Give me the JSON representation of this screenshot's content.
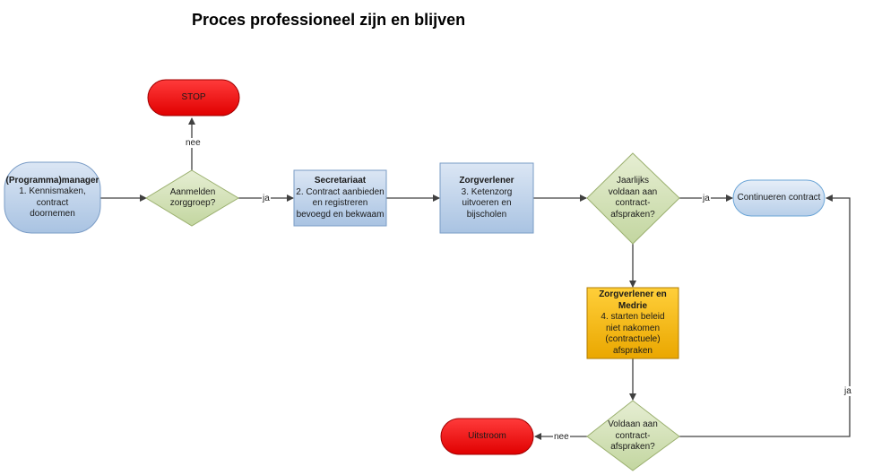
{
  "title": "Proces professioneel zijn en blijven",
  "nodes": {
    "start": {
      "heading": "(Programma)manager",
      "text": "1. Kennismaken, contract doornemen"
    },
    "stop": {
      "text": "STOP"
    },
    "aanmelden": {
      "text": "Aanmelden zorggroep?"
    },
    "secretariaat": {
      "heading": "Secretariaat",
      "text": "2. Contract aanbieden en registreren bevoegd en bekwaam"
    },
    "zorgverlener": {
      "heading": "Zorgverlener",
      "text": "3. Ketenzorg uitvoeren en bijscholen"
    },
    "jaarlijks": {
      "text": "Jaarlijks voldaan aan contract-afspraken?"
    },
    "continueren": {
      "text": "Continueren contract"
    },
    "medrie": {
      "heading": "Zorgverlener en Medrie",
      "text": "4. starten beleid niet nakomen (contractuele) afspraken"
    },
    "voldaan": {
      "text": "Voldaan aan contract-afspraken?"
    },
    "uitstroom": {
      "text": "Uitstroom"
    }
  },
  "edge_labels": {
    "nee_stop": "nee",
    "ja_secretariaat": "ja",
    "ja_continueren": "ja",
    "nee_uitstroom": "nee",
    "ja_loop": "ja"
  },
  "colors": {
    "stop_fill": "#ff0000",
    "process_fill": "#b9cde5",
    "decision_fill": "#d7e4bd",
    "escalation_fill": "#f2b600",
    "terminal_light_fill": "#c6d9f1",
    "connector": "#404040"
  }
}
